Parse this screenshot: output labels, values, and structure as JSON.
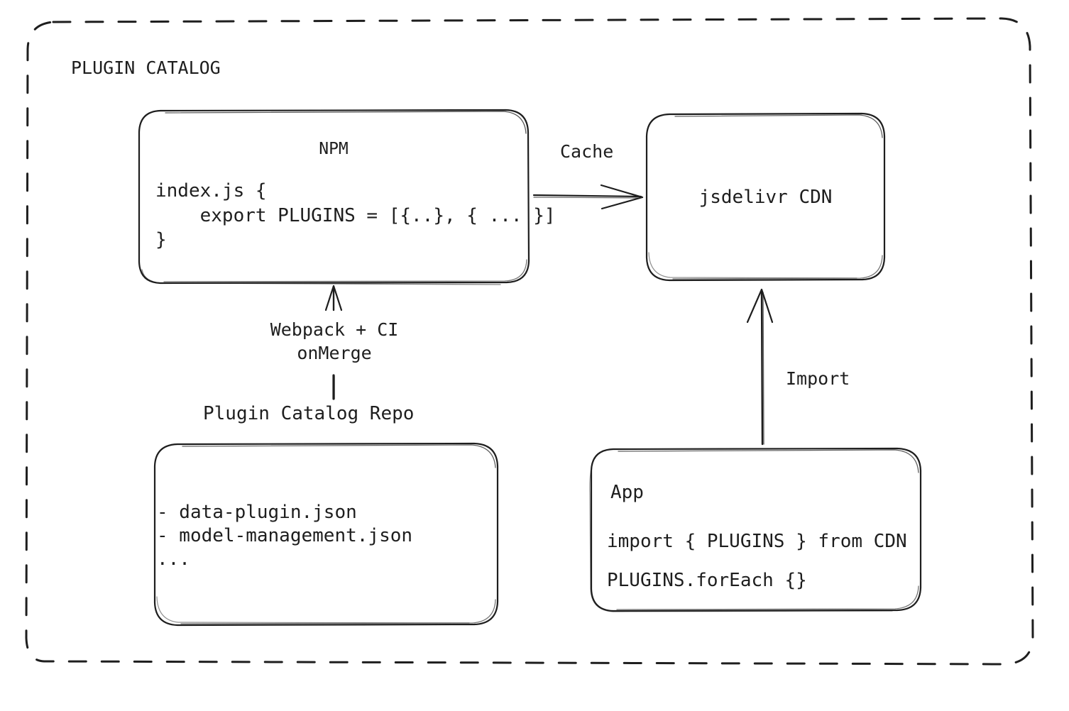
{
  "diagram": {
    "title": "PLUGIN CATALOG",
    "background": "#ffffff",
    "stroke_color": "#1e1e1e",
    "style": "hand-drawn dashed container with rounded rectangle nodes"
  },
  "container": {
    "label": "PLUGIN CATALOG",
    "border_style": "dashed",
    "border_color": "#1e1e1e"
  },
  "nodes": {
    "npm": {
      "title": "NPM",
      "code_line_1": "index.js {",
      "code_line_2": "    export PLUGINS = [{..}, { ... }]",
      "code_line_3": "}",
      "code_block": "index.js {\n    export PLUGINS = [{..}, { ... }]\n}"
    },
    "cdn": {
      "title": "jsdelivr CDN"
    },
    "repo": {
      "caption": "Plugin Catalog Repo",
      "file_1": "- data-plugin.json",
      "file_2": "- model-management.json",
      "file_3": "...",
      "file_list": "- data-plugin.json\n- model-management.json\n..."
    },
    "app": {
      "title": "App",
      "code_line_1": "import { PLUGINS } from CDN",
      "code_line_2": "PLUGINS.forEach {}",
      "code_block": "import { PLUGINS } from CDN\nPLUGINS.forEach {}"
    }
  },
  "edges": {
    "cache": {
      "label": "Cache",
      "from": "NPM",
      "to": "jsdelivr CDN",
      "direction": "right"
    },
    "build": {
      "label": "Webpack + CI\nonMerge",
      "label_line_1": "Webpack + CI",
      "label_line_2": "onMerge",
      "from": "Plugin Catalog Repo",
      "to": "NPM",
      "direction": "up"
    },
    "import": {
      "label": "Import",
      "from": "App",
      "to": "jsdelivr CDN",
      "direction": "up"
    }
  }
}
